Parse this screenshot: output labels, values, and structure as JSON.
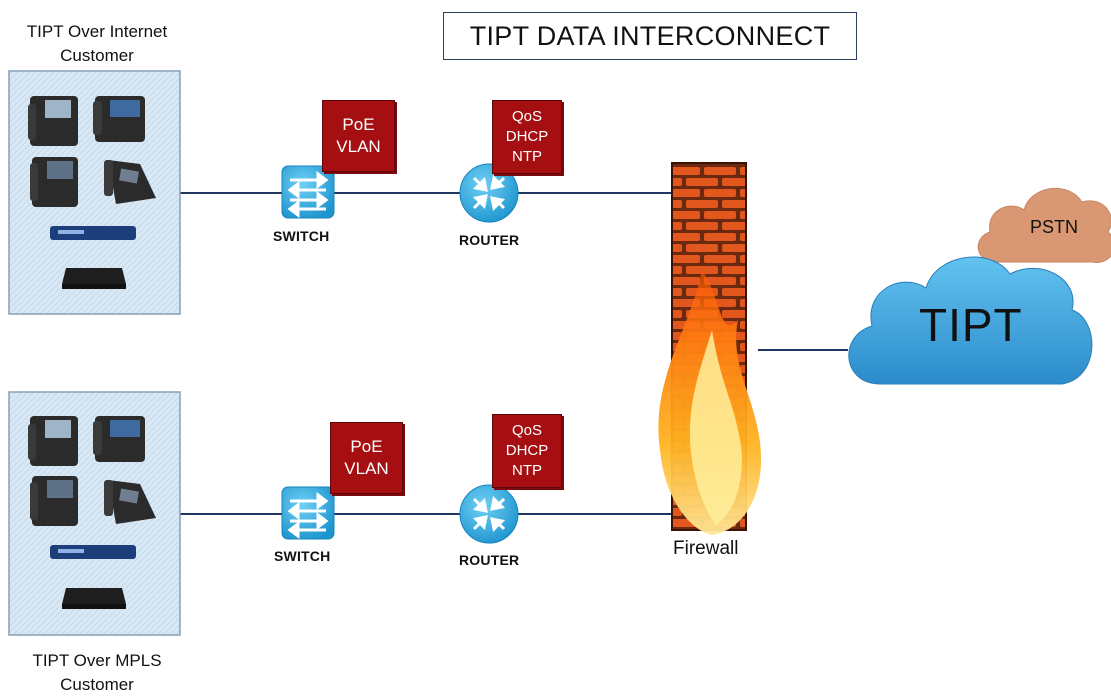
{
  "title": "TIPT DATA INTERCONNECT",
  "customers": [
    {
      "label_line1": "TIPT Over Internet",
      "label_line2": "Customer"
    },
    {
      "label_line1": "TIPT Over MPLS",
      "label_line2": "Customer"
    }
  ],
  "switch": {
    "label": "SWITCH",
    "tag_line1": "PoE",
    "tag_line2": "VLAN"
  },
  "router": {
    "label": "ROUTER",
    "tag_line1": "QoS",
    "tag_line2": "DHCP",
    "tag_line3": "NTP"
  },
  "firewall": {
    "label": "Firewall"
  },
  "clouds": {
    "tipt": "TIPT",
    "pstn": "PSTN"
  },
  "colors": {
    "tag_red": "#a50f12",
    "device_blue": "#29a9e0",
    "cloud_blue": "#3aa0d8",
    "pstn_tan": "#d99873",
    "line_navy": "#1f3760",
    "brick_orange": "#e2571d"
  }
}
